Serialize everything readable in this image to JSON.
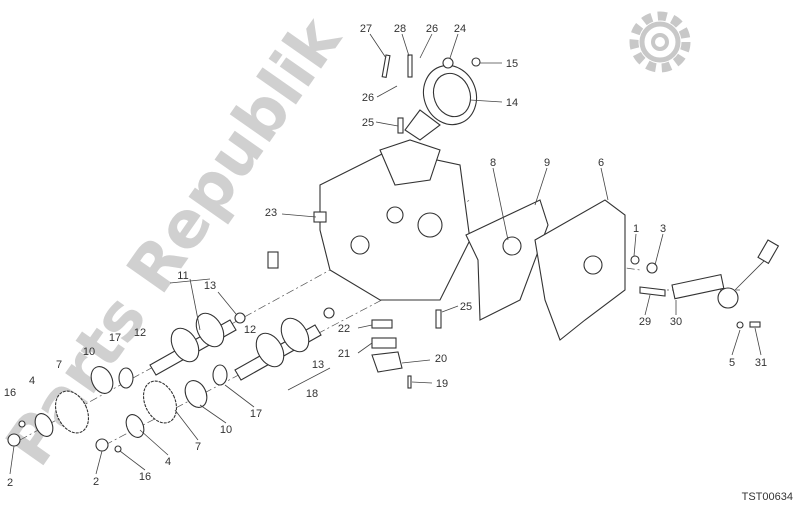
{
  "diagram_code": "TST00634",
  "watermark": "Parts Republik",
  "watermark_icon": "gear-icon",
  "colors": {
    "lines": "#333333",
    "watermark": "#c8c8c8",
    "background": "#ffffff"
  },
  "callouts": [
    "27",
    "28",
    "26",
    "24",
    "15",
    "26",
    "14",
    "25",
    "8",
    "9",
    "6",
    "23",
    "1",
    "3",
    "11",
    "13",
    "12",
    "12",
    "22",
    "25",
    "17",
    "10",
    "7",
    "4",
    "16",
    "21",
    "13",
    "20",
    "18",
    "19",
    "17",
    "10",
    "7",
    "4",
    "16",
    "2",
    "2",
    "29",
    "30",
    "5",
    "31"
  ]
}
